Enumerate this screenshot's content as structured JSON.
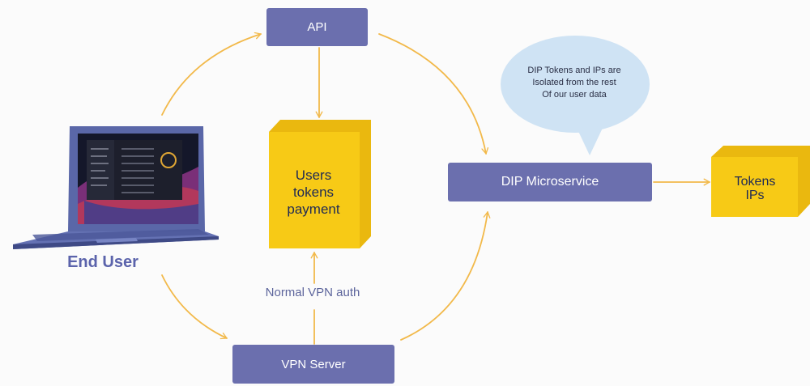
{
  "nodes": {
    "api": "API",
    "dip_microservice": "DIP Microservice",
    "vpn_server": "VPN Server"
  },
  "user_db": {
    "lines": [
      "Users",
      "tokens",
      "payment"
    ]
  },
  "token_db": {
    "lines": [
      "Tokens",
      "IPs"
    ]
  },
  "end_user_label": "End User",
  "auth_label": "Normal VPN auth",
  "bubble": {
    "lines": [
      "DIP Tokens and IPs are",
      "Isolated from the rest",
      "Of our user data"
    ]
  },
  "colors": {
    "node_fill": "#6b6fae",
    "arrow": "#f2b94a",
    "database_fill": "#f7ca16",
    "database_side": "#eab80f",
    "bubble_fill": "#cfe3f4",
    "end_user_text": "#5b63ab"
  }
}
